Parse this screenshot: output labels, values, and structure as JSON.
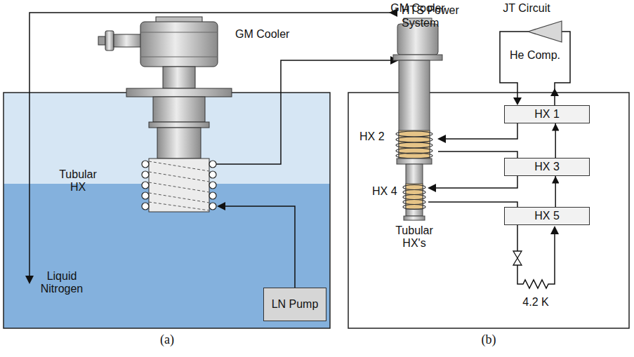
{
  "diagram": {
    "nodes": [
      {
        "text": [
          "LN Pump"
        ]
      },
      {
        "text": [
          "HX 1"
        ]
      },
      {
        "text": [
          "HX 3"
        ]
      },
      {
        "text": [
          "HX 5"
        ]
      }
    ],
    "edges": [
      {
        "from": 3,
        "to": 2,
        "arrow": "to"
      },
      {
        "from": 2,
        "to": 1,
        "arrow": "to"
      }
    ],
    "labels": [
      "GM Cooler",
      "HTS Power System",
      "Tubular HX",
      "Liquid Nitrogen",
      "(a)",
      "GM Cooler",
      "JT Circuit",
      "He Comp.",
      "HX 2",
      "HX 4",
      "Tubular HX's",
      "4.2 K",
      "(b)"
    ]
  }
}
